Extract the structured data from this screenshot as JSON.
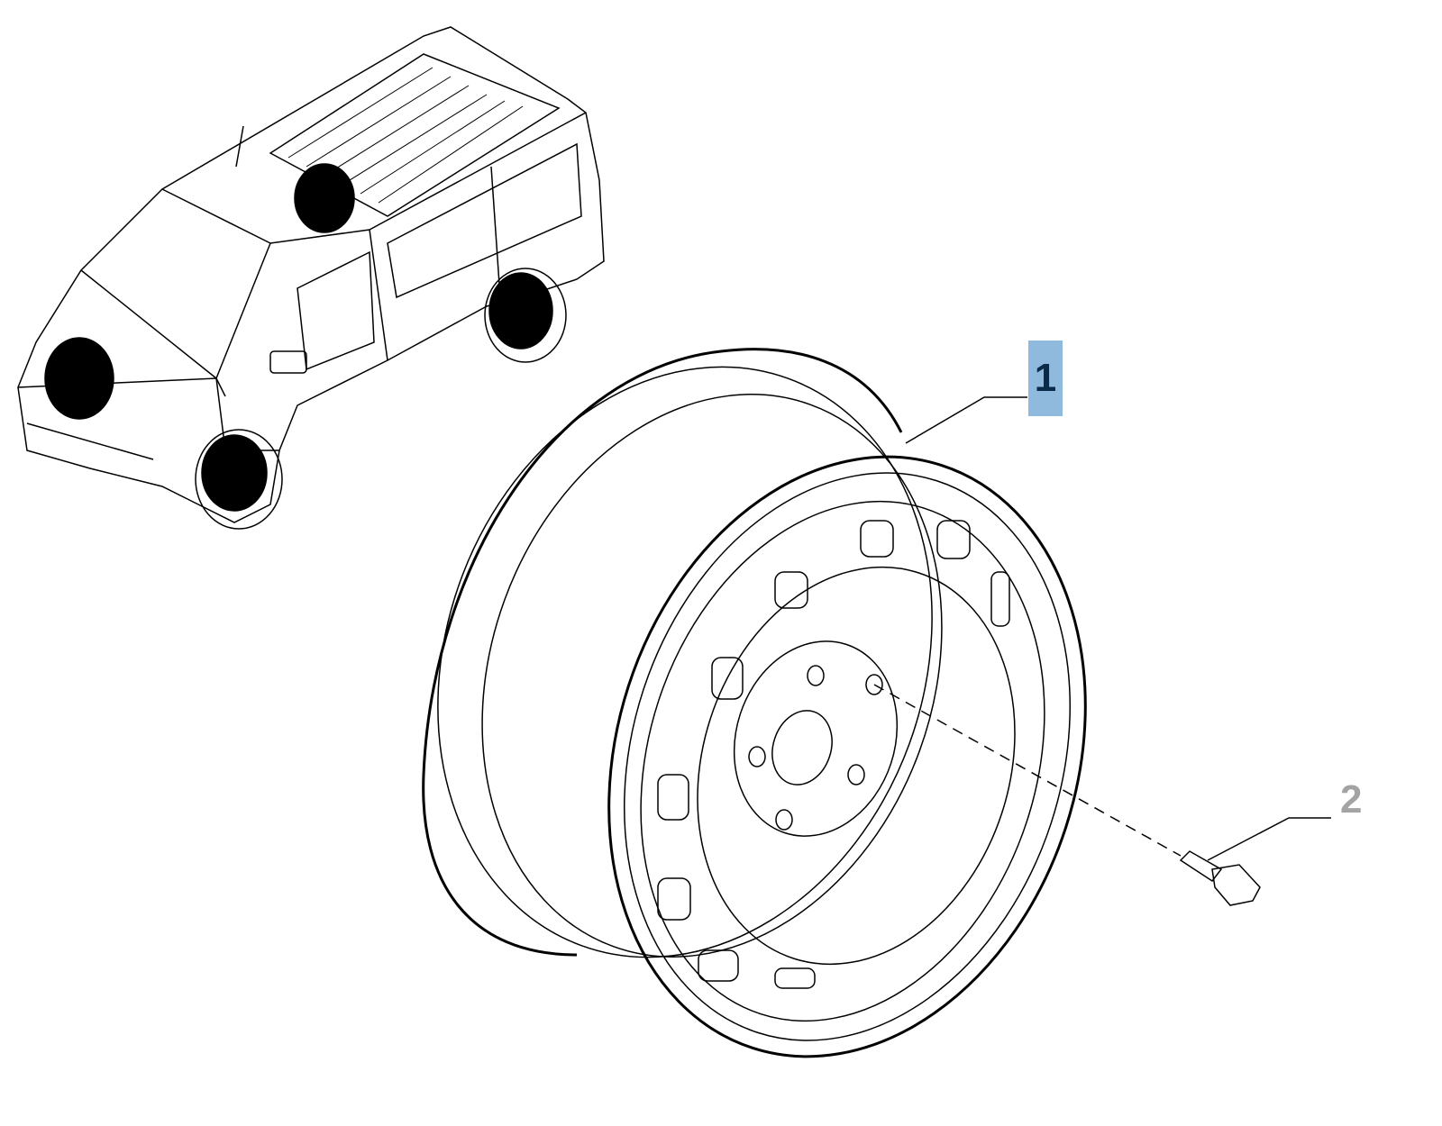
{
  "callouts": [
    {
      "label": "1",
      "part": "wheel-rim",
      "highlighted": true
    },
    {
      "label": "2",
      "part": "wheel-bolt",
      "highlighted": false
    }
  ],
  "colors": {
    "highlight_bg": "#8fb9dd",
    "highlight_text": "#0b2a48",
    "muted_text": "#a3a3a3",
    "line": "#000000"
  }
}
